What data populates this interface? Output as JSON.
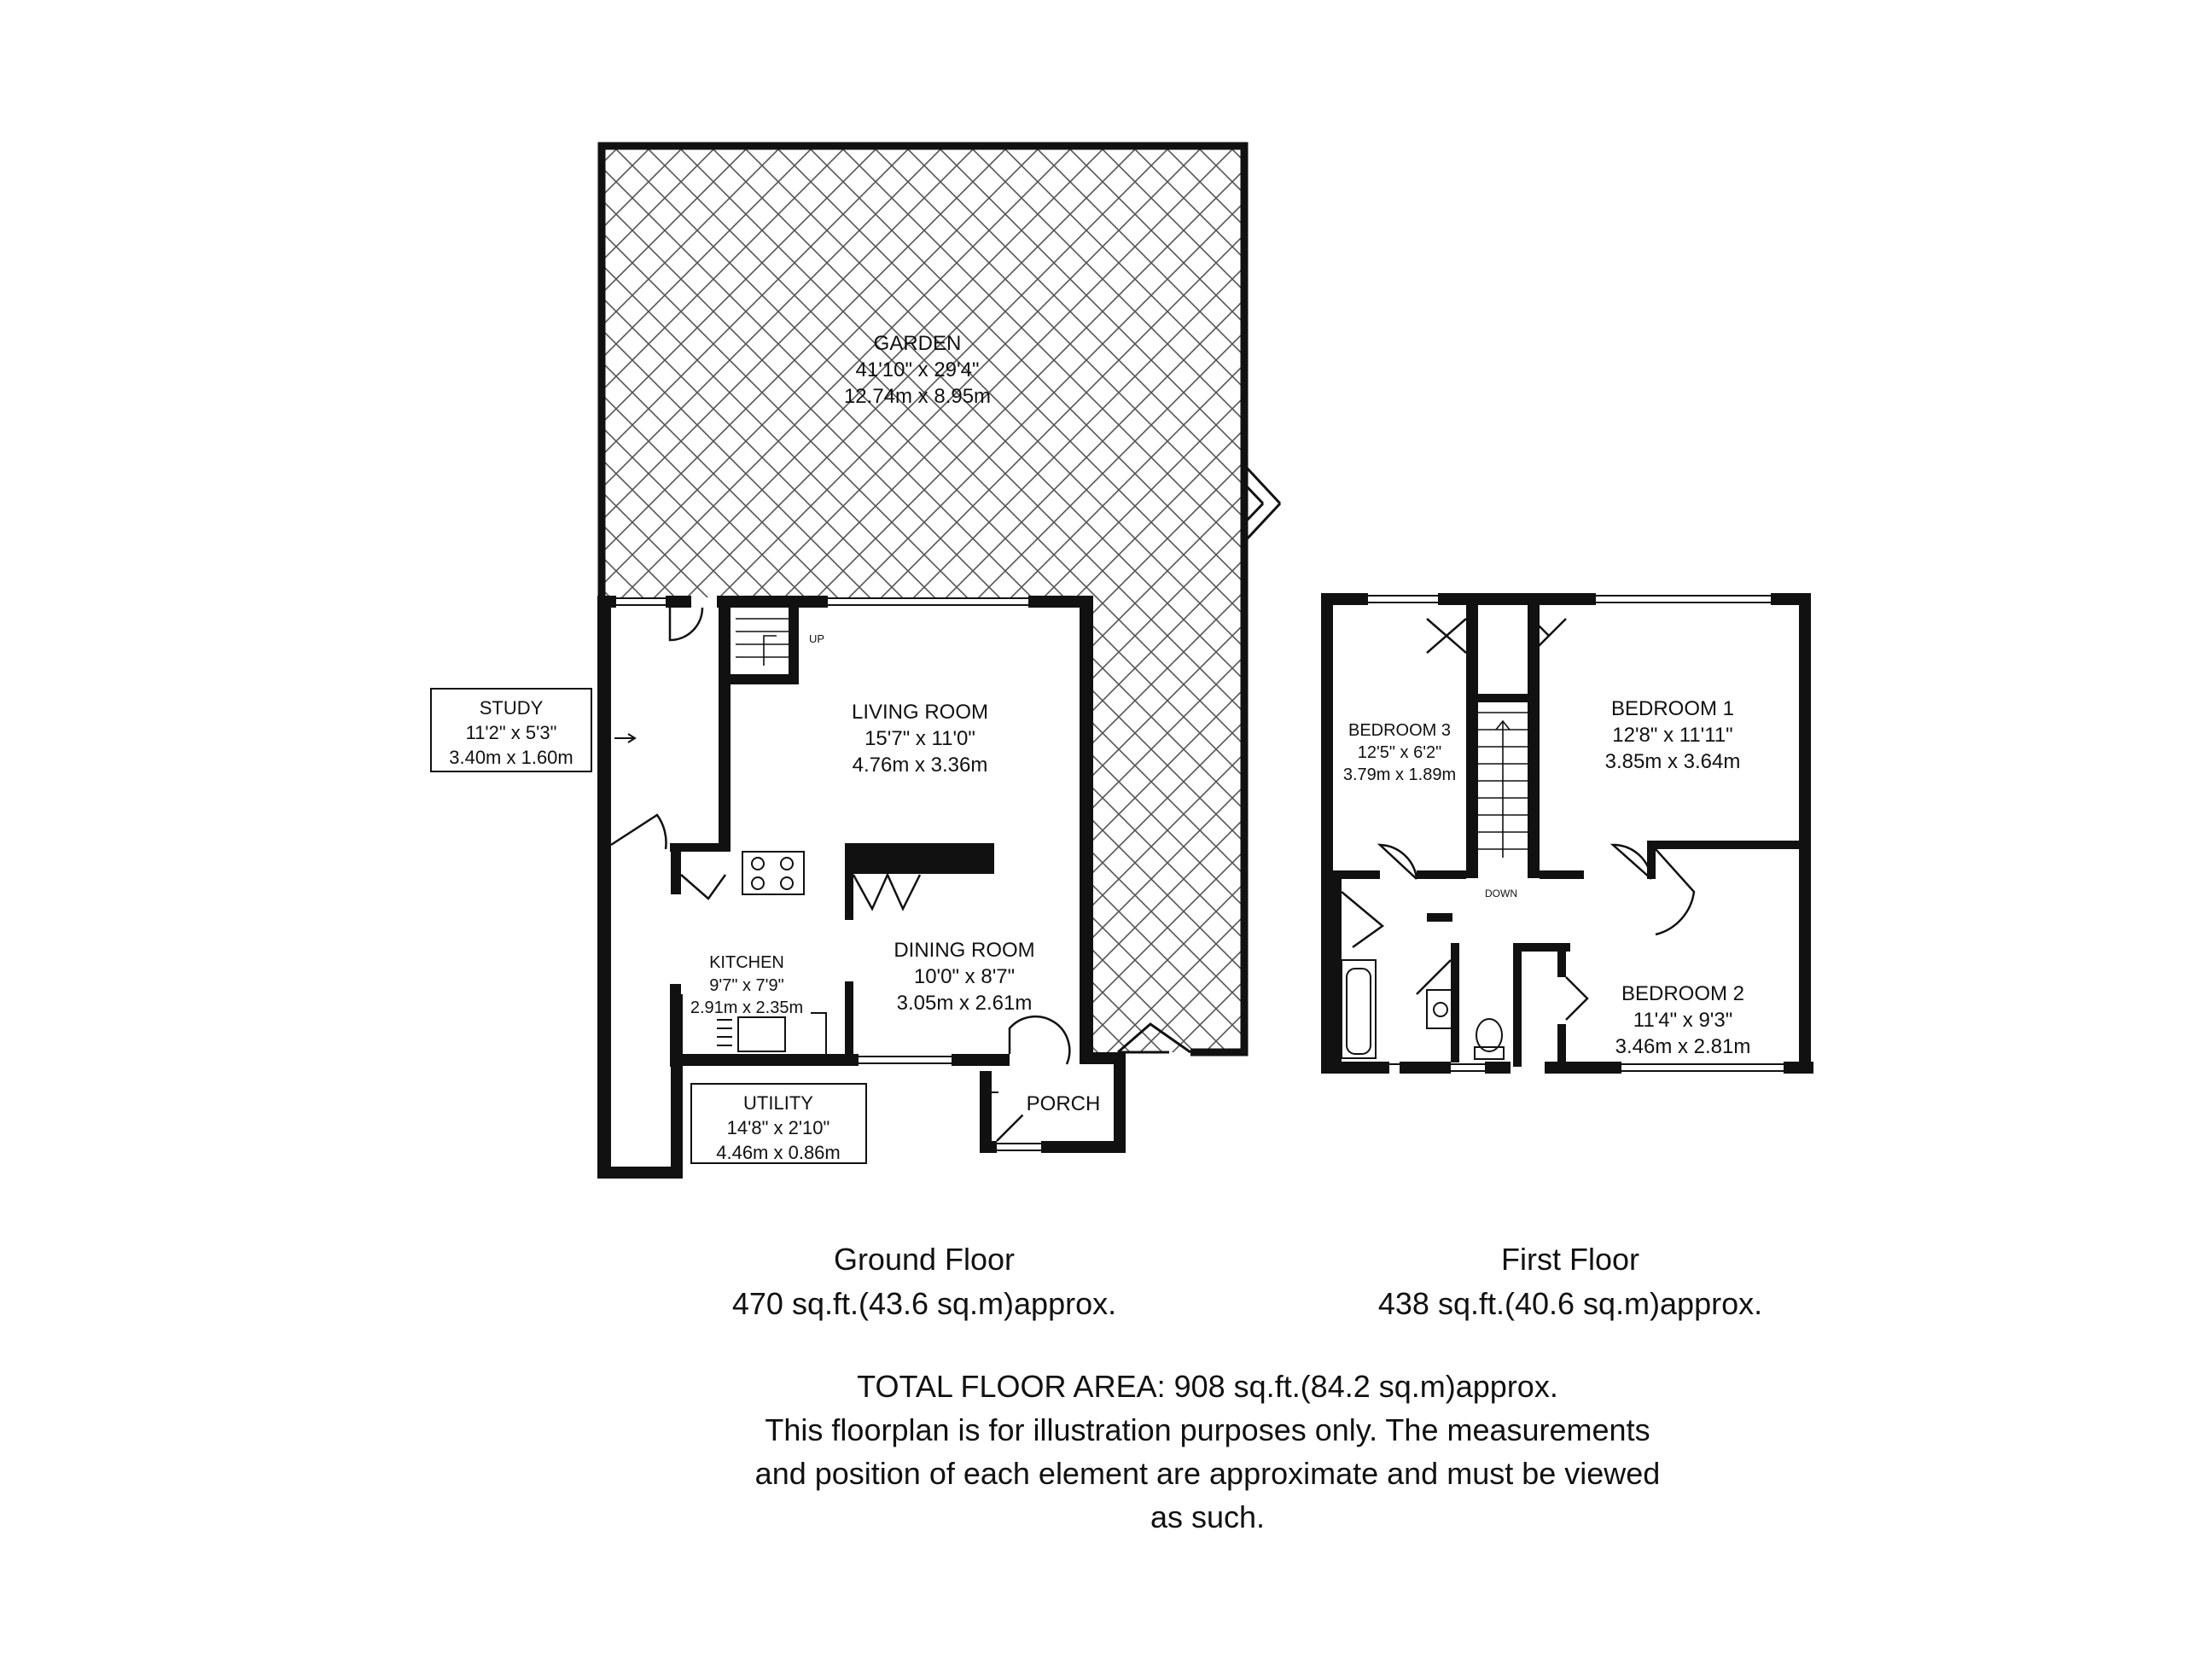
{
  "ground_floor": {
    "rooms": {
      "garden": {
        "name": "GARDEN",
        "imperial": "41'10\" x 29'4\"",
        "metric": "12.74m x 8.95m"
      },
      "study": {
        "name": "STUDY",
        "imperial": "11'2\" x 5'3\"",
        "metric": "3.40m x 1.60m"
      },
      "living_room": {
        "name": "LIVING ROOM",
        "imperial": "15'7\" x 11'0\"",
        "metric": "4.76m x 3.36m"
      },
      "kitchen": {
        "name": "KITCHEN",
        "imperial": "9'7\" x 7'9\"",
        "metric": "2.91m x 2.35m"
      },
      "dining_room": {
        "name": "DINING ROOM",
        "imperial": "10'0\" x 8'7\"",
        "metric": "3.05m x 2.61m"
      },
      "utility": {
        "name": "UTILITY",
        "imperial": "14'8\" x 2'10\"",
        "metric": "4.46m x 0.86m"
      },
      "porch": {
        "name": "PORCH"
      }
    },
    "stair_label": "UP",
    "title": "Ground Floor",
    "area": "470 sq.ft.(43.6 sq.m)approx."
  },
  "first_floor": {
    "rooms": {
      "bedroom_3": {
        "name": "BEDROOM 3",
        "imperial": "12'5\" x 6'2\"",
        "metric": "3.79m x 1.89m"
      },
      "bedroom_1": {
        "name": "BEDROOM 1",
        "imperial": "12'8\" x 11'11\"",
        "metric": "3.85m x 3.64m"
      },
      "bedroom_2": {
        "name": "BEDROOM 2",
        "imperial": "11'4\" x 9'3\"",
        "metric": "3.46m x 2.81m"
      }
    },
    "stair_label": "DOWN",
    "title": "First Floor",
    "area": "438 sq.ft.(40.6 sq.m)approx."
  },
  "footer": {
    "total": "TOTAL FLOOR AREA: 908 sq.ft.(84.2 sq.m)approx.",
    "disclaimer_lines": [
      "This floorplan is for illustration purposes only. The measurements",
      "and position of each element are approximate and must be viewed",
      "as such."
    ]
  },
  "colors": {
    "wall": "#111111",
    "hatch": "#555555",
    "background": "#ffffff"
  }
}
